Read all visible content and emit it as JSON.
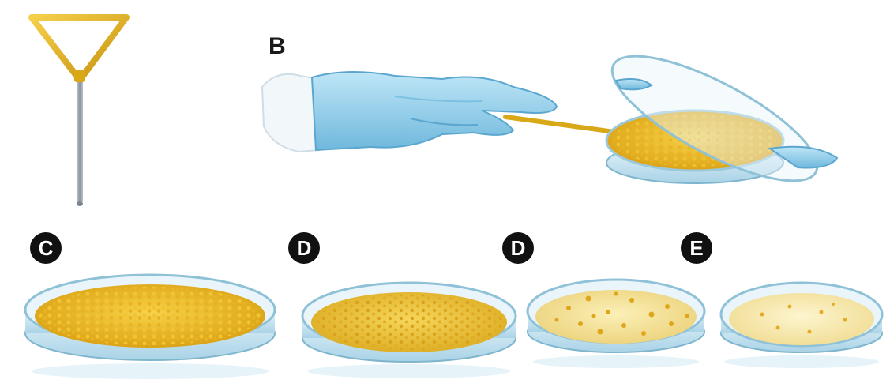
{
  "labels": {
    "panel_b": "B",
    "panel_c": "C",
    "panel_d1": "D",
    "panel_d2": "D",
    "panel_e": "E"
  },
  "colors": {
    "spreader_gold": "#e2b21e",
    "spreader_rod": "#9aa3ab",
    "glove_blue": "#8fd0ec",
    "dish_glass": "#cfe7f1",
    "agar_dense": "#e7b61c",
    "agar_sparse": "#f3df88",
    "colony": "#e0a414",
    "badge_bg": "#111111"
  },
  "icons": [
    "spreader-icon",
    "gloved-hand-icon",
    "petri-dish-icon"
  ]
}
